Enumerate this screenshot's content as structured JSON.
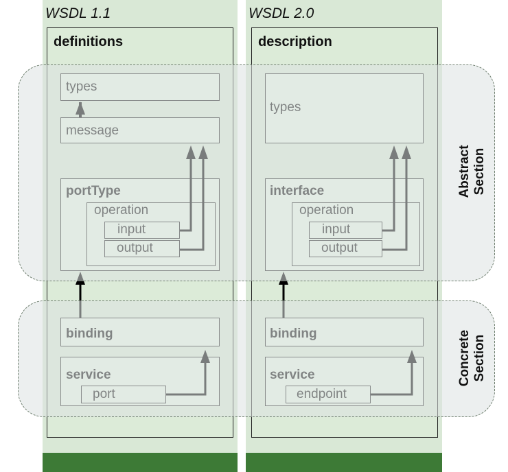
{
  "wsdl11": {
    "title": "WSDL 1.1",
    "root": "definitions",
    "types": "types",
    "message": "message",
    "porttype": "portType",
    "operation": "operation",
    "input": "input",
    "output": "output",
    "binding": "binding",
    "service": "service",
    "port": "port"
  },
  "wsdl20": {
    "title": "WSDL 2.0",
    "root": "description",
    "types": "types",
    "interface": "interface",
    "operation": "operation",
    "input": "input",
    "output": "output",
    "binding": "binding",
    "service": "service",
    "endpoint": "endpoint"
  },
  "sections": {
    "abstract_line1": "Abstract",
    "abstract_line2": "Section",
    "concrete_line1": "Concrete",
    "concrete_line2": "Section"
  },
  "colors": {
    "background_green": "#3d7a36",
    "box_fill": "#e9f5e6",
    "section_fill": "#dce2e2"
  }
}
